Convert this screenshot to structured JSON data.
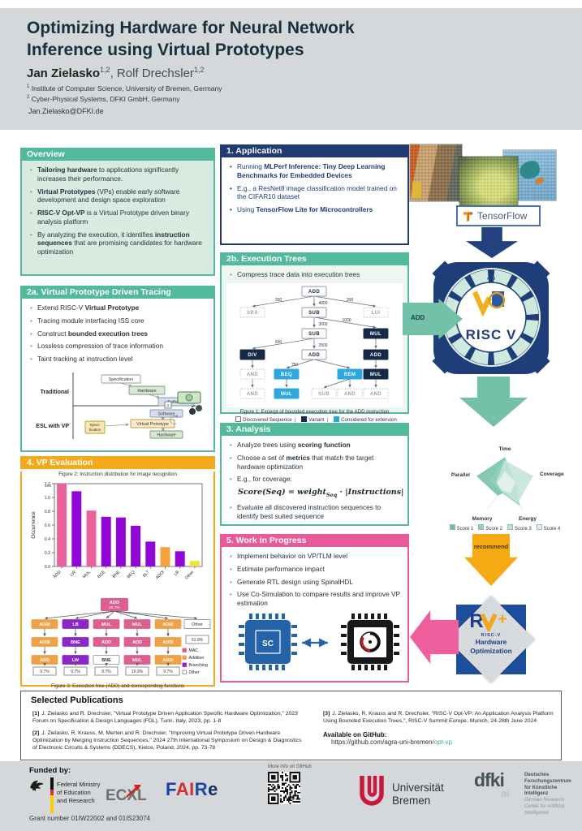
{
  "header": {
    "title_line1": "Optimizing Hardware for Neural Network",
    "title_line2": "Inference using Virtual Prototypes",
    "authors": [
      {
        "name": "Jan Zielasko",
        "sup": "1,2"
      },
      {
        "name": "Rolf Drechsler",
        "sup": "1,2"
      }
    ],
    "affiliations": [
      {
        "sup": "1",
        "text": "Institute of Computer Science, University of Bremen, Germany"
      },
      {
        "sup": "2",
        "text": "Cyber-Physical Systems, DFKI GmbH, Germany"
      }
    ],
    "email": "Jan.Zielasko@DFKI.de"
  },
  "overview": {
    "title": "Overview",
    "bullets": [
      "**Tailoring hardware** to applications significantly increases their performance.",
      "**Virtual Prototypes** (VPs) enable early software development and design space exploration",
      "**RISC-V Opt-VP** is a Virtual Prototype driven binary analysis platform",
      "By analyzing the execution, it identifies **instruction sequences** that are promising candidates for hardware optimization"
    ]
  },
  "application": {
    "title": "1. Application",
    "bullets": [
      "Running **MLPerf Inference: Tiny Deep Learning Benchmarks for Embedded Devices**",
      "E.g., a ResNet8 image classification model trained on the CIFAR10 dataset",
      "Using **TensorFlow Lite for Microcontrollers**"
    ]
  },
  "tracing": {
    "title": "2a. Virtual Prototype Driven Tracing",
    "bullets": [
      "Extend RISC-V **Virtual Prototype**",
      "Tracing module interfacing ISS core",
      "Construct **bounded execution trees**",
      "Lossless compression of trace information",
      "Taint tracking at instruction level"
    ],
    "diagram": {
      "label_top": "Traditional",
      "label_bottom": "ESL with VP",
      "trad_boxes": [
        "Specification",
        "Hardware",
        "Software"
      ],
      "esl_boxes": [
        "Specification",
        "Virtual Prototype",
        "Software",
        "Hardware"
      ],
      "flag_label": "1"
    }
  },
  "exec_trees": {
    "title": "2b. Execution Trees",
    "bullets": [
      "Compress trace data into execution trees"
    ],
    "figure1": {
      "caption": "Figure 1: Excerpt of bounded execution tree for the ADD instruction",
      "legend": [
        {
          "label": "Discovered Sequence",
          "type": "d"
        },
        {
          "label": "Variant",
          "type": "v"
        },
        {
          "label": "Considered for extension",
          "type": "c"
        }
      ],
      "nodes": [
        [
          "ADD",
          "d",
          106,
          10
        ],
        [
          "SRA",
          "x",
          30,
          36
        ],
        [
          "SUB",
          "d",
          106,
          36
        ],
        [
          "LUI",
          "x",
          182,
          36
        ],
        [
          "SUB",
          "d",
          106,
          62
        ],
        [
          "MUL",
          "v",
          182,
          62
        ],
        [
          "DIV",
          "v",
          30,
          88
        ],
        [
          "ADD",
          "d",
          106,
          88
        ],
        [
          "ADD",
          "v",
          182,
          88
        ],
        [
          "AND",
          "x",
          30,
          112
        ],
        [
          "BEQ",
          "c",
          72,
          112
        ],
        [
          "REM",
          "c",
          150,
          112
        ],
        [
          "MUL",
          "v",
          182,
          112
        ],
        [
          "AND",
          "x",
          30,
          136
        ],
        [
          "MUL",
          "c",
          72,
          136
        ],
        [
          "SUB",
          "x",
          118,
          136
        ],
        [
          "AND",
          "x",
          150,
          136
        ],
        [
          "AND",
          "x",
          182,
          136
        ]
      ],
      "edges": [
        [
          0,
          1,
          "300",
          62,
          22
        ],
        [
          0,
          2,
          "4000",
          117,
          26
        ],
        [
          0,
          3,
          "200",
          150,
          22
        ],
        [
          2,
          4,
          "3000",
          117,
          52
        ],
        [
          2,
          5,
          "1000",
          146,
          47
        ],
        [
          4,
          6,
          "500",
          62,
          74
        ],
        [
          4,
          7,
          "2500",
          117,
          78
        ],
        [
          5,
          8,
          "",
          0,
          0
        ],
        [
          6,
          9,
          "",
          0,
          0
        ],
        [
          9,
          13,
          "",
          0,
          0
        ],
        [
          7,
          10,
          "750",
          82,
          102
        ],
        [
          7,
          11,
          "",
          0,
          0
        ],
        [
          10,
          14,
          "",
          0,
          0
        ],
        [
          11,
          15,
          "",
          0,
          0
        ],
        [
          11,
          16,
          "",
          0,
          0
        ],
        [
          8,
          12,
          "",
          0,
          0
        ],
        [
          12,
          17,
          "",
          0,
          0
        ]
      ]
    }
  },
  "analysis": {
    "title": "3. Analysis",
    "bullets_a": [
      "Analyze trees using **scoring function**",
      "Choose a set of **metrics** that match the target hardware optimization",
      "E.g., for coverage:"
    ],
    "formula": {
      "pre": "Score(Seq) = weight",
      "sub": "Seq",
      "post": " · |Instructions|"
    },
    "bullets_b": [
      "Evaluate all discovered instruction sequences to identify best suited sequence"
    ]
  },
  "evaluation": {
    "title": "4. VP Evaluation",
    "figure2_caption": "Figure 2: Instruction distribution for image recognition",
    "figure3_caption": "Figure 3: Execution tree (ADD) and corresponding functions",
    "figure3": {
      "root": {
        "label": "ADD",
        "pct": "26.7%",
        "cat": "mac"
      },
      "columns": [
        {
          "nodes": [
            [
              "ADDI",
              "add"
            ],
            [
              "ADDI",
              "add"
            ],
            [
              "ADD",
              "add"
            ]
          ],
          "pct": "9.7%"
        },
        {
          "nodes": [
            [
              "LB",
              "branch"
            ],
            [
              "BNE",
              "branch"
            ],
            [
              "LW",
              "branch"
            ]
          ],
          "pct": "9.7%"
        },
        {
          "nodes": [
            [
              "MUL",
              "mac"
            ],
            [
              "ADD",
              "mac"
            ],
            [
              "BNE",
              "other"
            ]
          ],
          "pct": "9.7%"
        },
        {
          "nodes": [
            [
              "MUL",
              "mac"
            ],
            [
              "ADD",
              "mac"
            ],
            [
              "MUL",
              "mac"
            ]
          ],
          "pct": "19.3%"
        },
        {
          "nodes": [
            [
              "ADDI",
              "add"
            ],
            [
              "ADDI",
              "add"
            ],
            [
              "ADDI",
              "add"
            ]
          ],
          "pct": "9.7%"
        }
      ],
      "other": {
        "label": "Other",
        "pct": "51.9%"
      },
      "legend": [
        {
          "label": "MAC",
          "cat": "mac"
        },
        {
          "label": "Addition",
          "cat": "add"
        },
        {
          "label": "Branching",
          "cat": "branch"
        },
        {
          "label": "Other",
          "cat": "other"
        }
      ]
    }
  },
  "chart_data": {
    "type": "bar",
    "title": "Figure 2: Instruction distribution for image recognition",
    "categories": [
      "ADD",
      "LW",
      "MUL",
      "BGE",
      "BNE",
      "BEQ",
      "BLT",
      "ADDI",
      "LB",
      "Other"
    ],
    "values": [
      1.2,
      1.09,
      0.81,
      0.72,
      0.71,
      0.59,
      0.36,
      0.28,
      0.22,
      0.08
    ],
    "bar_colors": [
      "#e8639c",
      "#8f06d6",
      "#e8639c",
      "#8f06d6",
      "#8f06d6",
      "#8f06d6",
      "#8f06d6",
      "#f5a33c",
      "#8f06d6",
      "#f3e03b"
    ],
    "ylabel": "Occurrence",
    "xlabel": "",
    "ylim": [
      0,
      1.2
    ],
    "yticks": [
      0.0,
      0.2,
      0.4,
      0.6,
      0.8,
      1.0,
      1.2
    ],
    "offset_label": "1e6"
  },
  "pipeline": {
    "tensorflow_label": "TensorFlow",
    "riscv_label": "RISC V",
    "ring_top_label": "ADD",
    "add_arrow_label": "ADD",
    "recommend_label": "recommend",
    "hw_logo_text": "RISC-V",
    "hw_line1": "Hardware",
    "hw_line2": "Optimization",
    "radar": {
      "type": "radar",
      "axes": [
        "Time",
        "Coverage",
        "Energy",
        "Memory",
        "Parallel"
      ],
      "series": [
        {
          "name": "Score 1",
          "values": [
            0.9,
            0.3,
            0.2,
            0.4,
            0.95
          ],
          "color": "#6fbfa4"
        },
        {
          "name": "Score 2",
          "values": [
            0.85,
            0.35,
            0.8,
            0.25,
            0.5
          ],
          "color": "#93cfba"
        },
        {
          "name": "Score 3",
          "values": [
            0.8,
            0.95,
            0.7,
            0.2,
            0.3
          ],
          "color": "#c2e4d7"
        },
        {
          "name": "Score 4",
          "values": [
            0.45,
            0.35,
            0.3,
            0.18,
            0.25
          ],
          "color": "#e6f3ed"
        }
      ]
    }
  },
  "wip": {
    "title": "5. Work in Progress",
    "bullets": [
      "Implement behavior on VP/TLM level",
      "Estimate performance impact",
      "Generate RTL design using SpinalHDL",
      "Use Co-Simulation to compare results and improve VP estimation"
    ],
    "chip_label": "SC"
  },
  "publications": {
    "title": "Selected Publications",
    "refs": [
      {
        "num": "[1]",
        "text": "J. Zielasko and R. Drechsler, \"Virtual Prototype Driven Application Specific Hardware Optimization,\" 2023 Forum on Specification & Design Languages (FDL), Turin, Italy, 2023, pp. 1-8"
      },
      {
        "num": "[2]",
        "text": "J. Zielasko, R. Krauss, M. Merten and R. Drechsler, \"Improving Virtual Prototype Driven Hardware Optimization by Merging Instruction Sequences,\" 2024 27th International Symposium on Design & Diagnostics of Electronic Circuits & Systems (DDECS), Kielce, Poland, 2024, pp. 73-78"
      },
      {
        "num": "[3]",
        "text": "J. Zielasko, R. Krauss and R. Drechsler, \"RISC-V Opt-VP: An Application Analysis Platform Using Bounded Execution Trees,\", RISC-V Summit Europe, Munich, 24-28th June 2024"
      }
    ],
    "github_label": "Available on GitHub:",
    "github_url_prefix": "https://github.com/agra-uni-bremen/",
    "github_url_highlight": "opt-vp"
  },
  "footer": {
    "funded_by": "Funded by:",
    "ministry_lines": [
      "Federal Ministry",
      "of Education",
      "and Research"
    ],
    "ecxl_label": "ECXL",
    "faire_letters": [
      {
        "ch": "F",
        "color": "#15409c"
      },
      {
        "ch": "A",
        "color": "#d03030"
      },
      {
        "ch": "I",
        "color": "#d03030"
      },
      {
        "ch": "R",
        "color": "#1a49a8"
      },
      {
        "ch": "e",
        "color": "#0e2f66"
      }
    ],
    "grant": "Grant number 01IW22002 and 01IS23074",
    "more_info": "More info on GitHub",
    "uni_lines": [
      "Universität",
      "Bremen"
    ],
    "dfki_logo": "dfki",
    "dfki_sub": "ai",
    "dfki_de_lines": [
      "Deutsches",
      "Forschungszentrum",
      "für Künstliche",
      "Intelligenz"
    ],
    "dfki_en_lines": [
      "German Research",
      "Center for Artificial",
      "Intelligence"
    ]
  },
  "colors": {
    "teal": "#53b99c",
    "navy": "#203a73",
    "orange": "#f6a81c",
    "pink": "#e85a9b",
    "node_dark": "#142a46",
    "node_blue": "#2da7e0",
    "cat_mac": "#dd5f8f",
    "cat_add": "#f0a147",
    "cat_branch": "#8b27c9",
    "arrow_teal": "#74c1a9",
    "arrow_blue": "#24417f",
    "arrow_orange": "#f5a913",
    "arrow_pink": "#ee5f9d",
    "github_green": "#3fae92"
  }
}
